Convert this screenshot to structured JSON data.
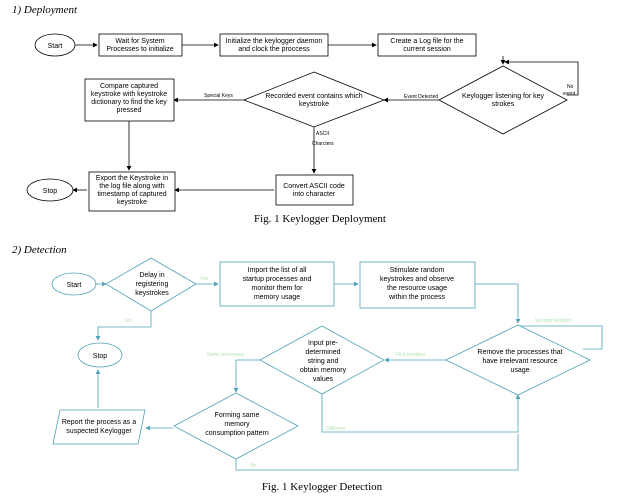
{
  "section1": {
    "heading": "1)   Deployment",
    "caption": "Fig. 1 Keylogger Deployment",
    "start": "Start",
    "wait": [
      "Wait for System",
      "Processes to initialize"
    ],
    "init": [
      "Initialize the keylogger daemon",
      "and clock the proccess"
    ],
    "create_log": [
      "Create a Log file for the",
      "current session"
    ],
    "listening": [
      "Keylogger listening for key",
      "strokes"
    ],
    "no_event": [
      "No",
      "event"
    ],
    "event_detected": "Event Detected",
    "recorded": [
      "Recorded event contains which",
      "keystroke"
    ],
    "special_keys": "Special Keys",
    "compare": [
      "Compare captured",
      "keystroke with keystroke",
      "dictionary to find the key",
      "pressed"
    ],
    "ascii": [
      "ASCII",
      "Charcters"
    ],
    "convert": [
      "Convert ASCII code",
      "into character"
    ],
    "export": [
      "Export the Keystroke in",
      "the log file along with",
      "timestamp of captured",
      "keystroke"
    ],
    "stop": "Stop"
  },
  "section2": {
    "heading": "2)   Detection",
    "caption": "Fig. 1 Keylogger Detection",
    "start": "Start",
    "delay": [
      "Delay in",
      "registering",
      "keystrokes"
    ],
    "yes1": "Yes",
    "no1": "No",
    "import": [
      "Import the list of all",
      "startup processes and",
      "monitor them for",
      "memory usage"
    ],
    "stimulate": [
      "Stimulate random",
      "keystrokes and observe",
      "the resource usage",
      "within the process"
    ],
    "remove": [
      "Remove the processes that",
      "have irrelevant resource",
      "usage"
    ],
    "second_iteration": "Second iteration",
    "first_iteration": "First Iteration",
    "input": [
      "Input pre-",
      "determined",
      "string and",
      "obtain memory",
      "values"
    ],
    "same_processes": "Same processes",
    "different": "Different",
    "forming": [
      "Forming same",
      "memory",
      "consumption pattern"
    ],
    "report": [
      "Report the process as a",
      "suspected Keylogger"
    ],
    "stop": "Stop",
    "no2": "No"
  },
  "colors": {
    "line": "#000000",
    "teal": "#4fa3b8",
    "green_label": "#b4e3b4"
  }
}
